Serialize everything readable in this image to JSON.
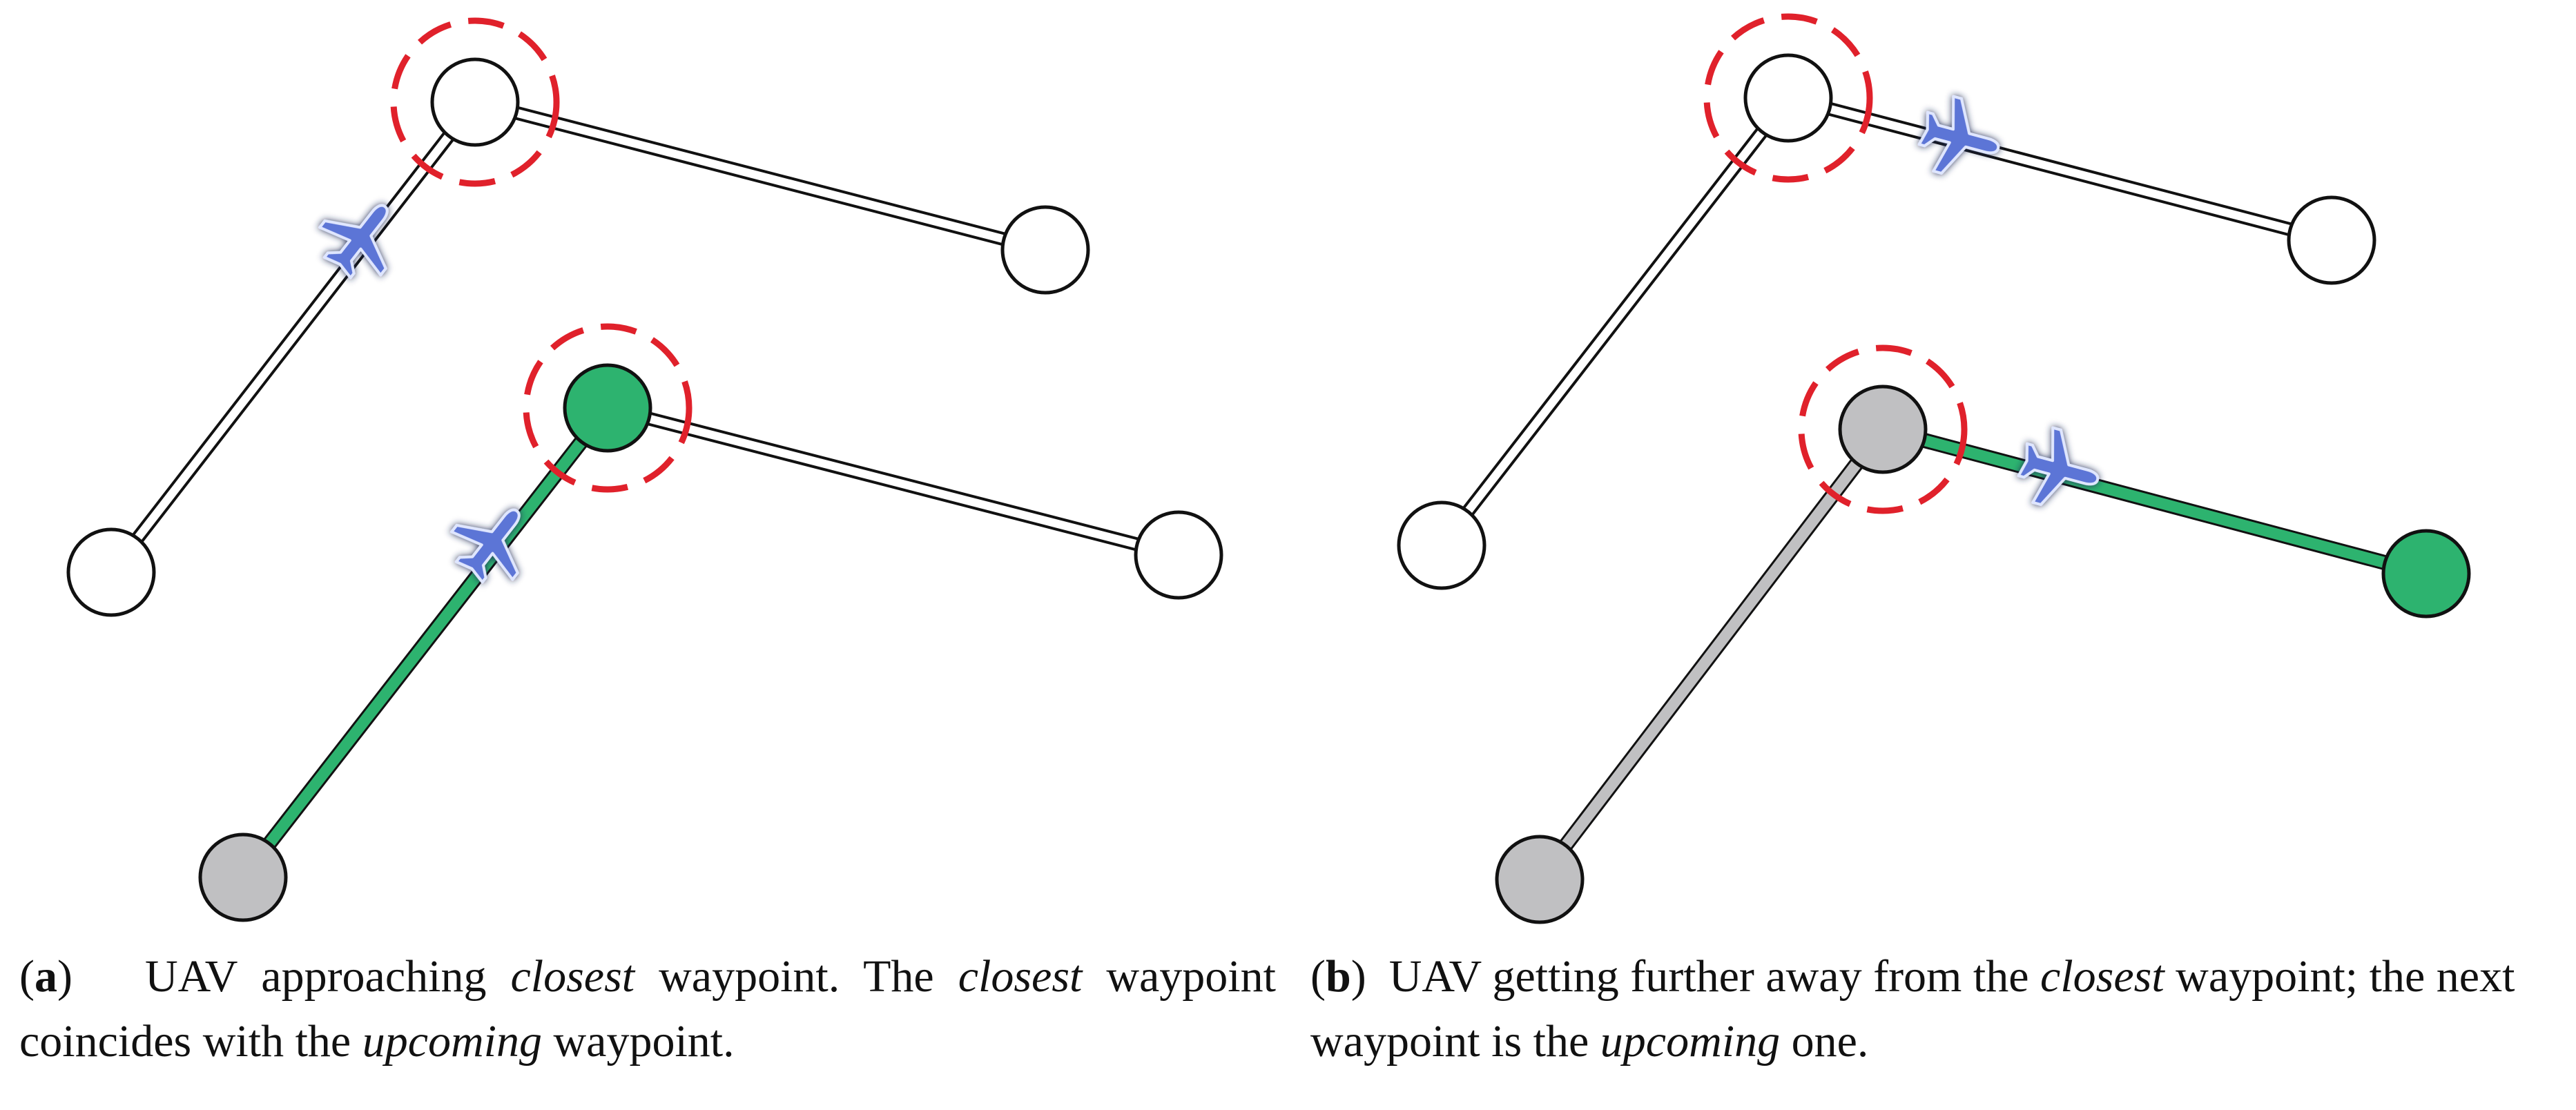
{
  "colors": {
    "active_path": "#2db36f",
    "visited": "#c0c0c2",
    "waypoint_fill": "#ffffff",
    "outline": "#111111",
    "dashed_circle": "#e0212b",
    "uav_body": "#5b74d6",
    "uav_glow": "#1e2a55"
  },
  "icons": {
    "uav": "airplane-icon",
    "closest_marker": "dashed-circle-marker"
  },
  "captions": {
    "a": {
      "label": "a",
      "text_1": "UAV approaching ",
      "italic_1": "closest",
      "text_2": " waypoint.  The ",
      "italic_2": "closest",
      "text_3": " waypoint coincides with the ",
      "italic_3": "upcoming",
      "text_4": " waypoint."
    },
    "b": {
      "label": "b",
      "text_1": "UAV getting further away from the ",
      "italic_1": "closest",
      "text_2": " waypoint; the next waypoint is the ",
      "italic_2": "upcoming",
      "text_3": " one."
    }
  }
}
